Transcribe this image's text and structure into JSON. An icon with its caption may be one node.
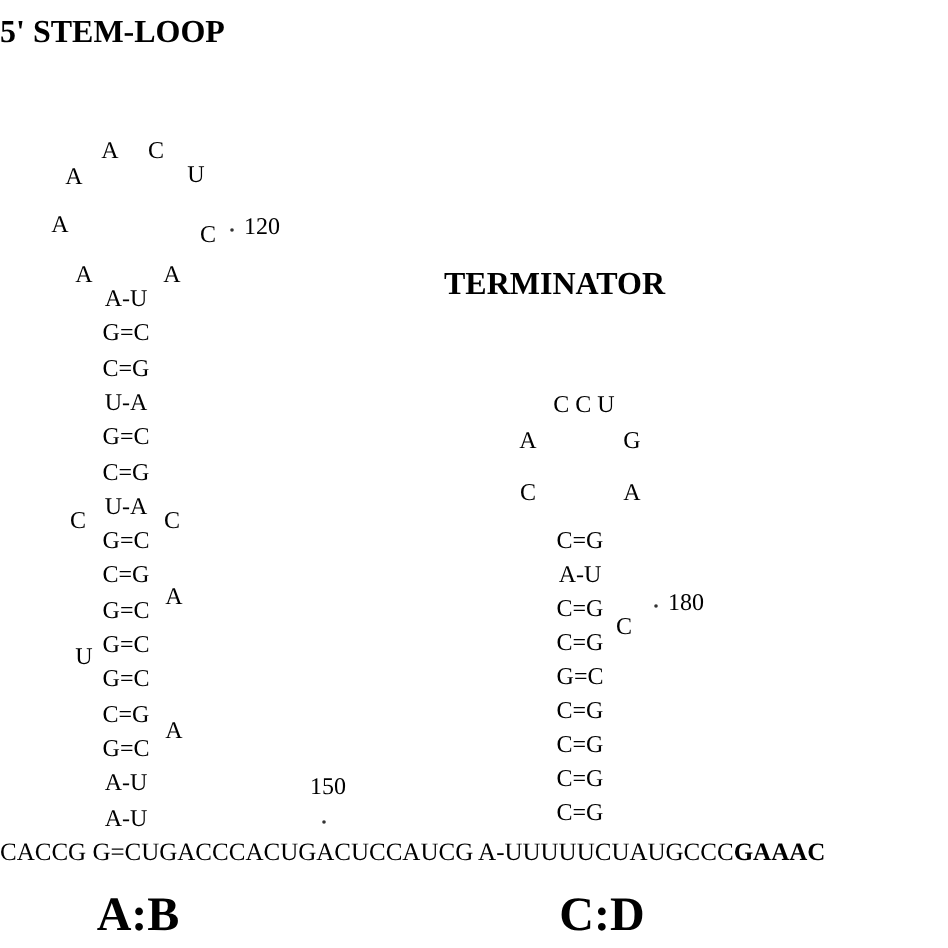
{
  "diagram": {
    "labels": [
      "5' STEM-LOOP",
      "A",
      "C",
      "A",
      "U",
      "A",
      "C",
      "120",
      "A",
      "A",
      "A-U",
      "G=C",
      "C=G",
      "U-A",
      "G=C",
      "C=G",
      "U-A",
      "G=C",
      "C=G",
      "G=C",
      "G=C",
      "G=C",
      "C=G",
      "G=C",
      "A-U",
      "A-U",
      "C",
      "C",
      "A",
      "U",
      "A",
      "150",
      "TERMINATOR",
      "C C U",
      "A",
      "G",
      "C",
      "A",
      "C=G",
      "A-U",
      "C=G",
      "C=G",
      "G=C",
      "C=G",
      "C=G",
      "C=G",
      "C=G",
      "C",
      "180",
      "CACCG G=CUGACCCACUGACUCCAUCG A-UUUUUCUAUGCCC**GAAAC**",
      "A:B",
      "C:D"
    ]
  }
}
